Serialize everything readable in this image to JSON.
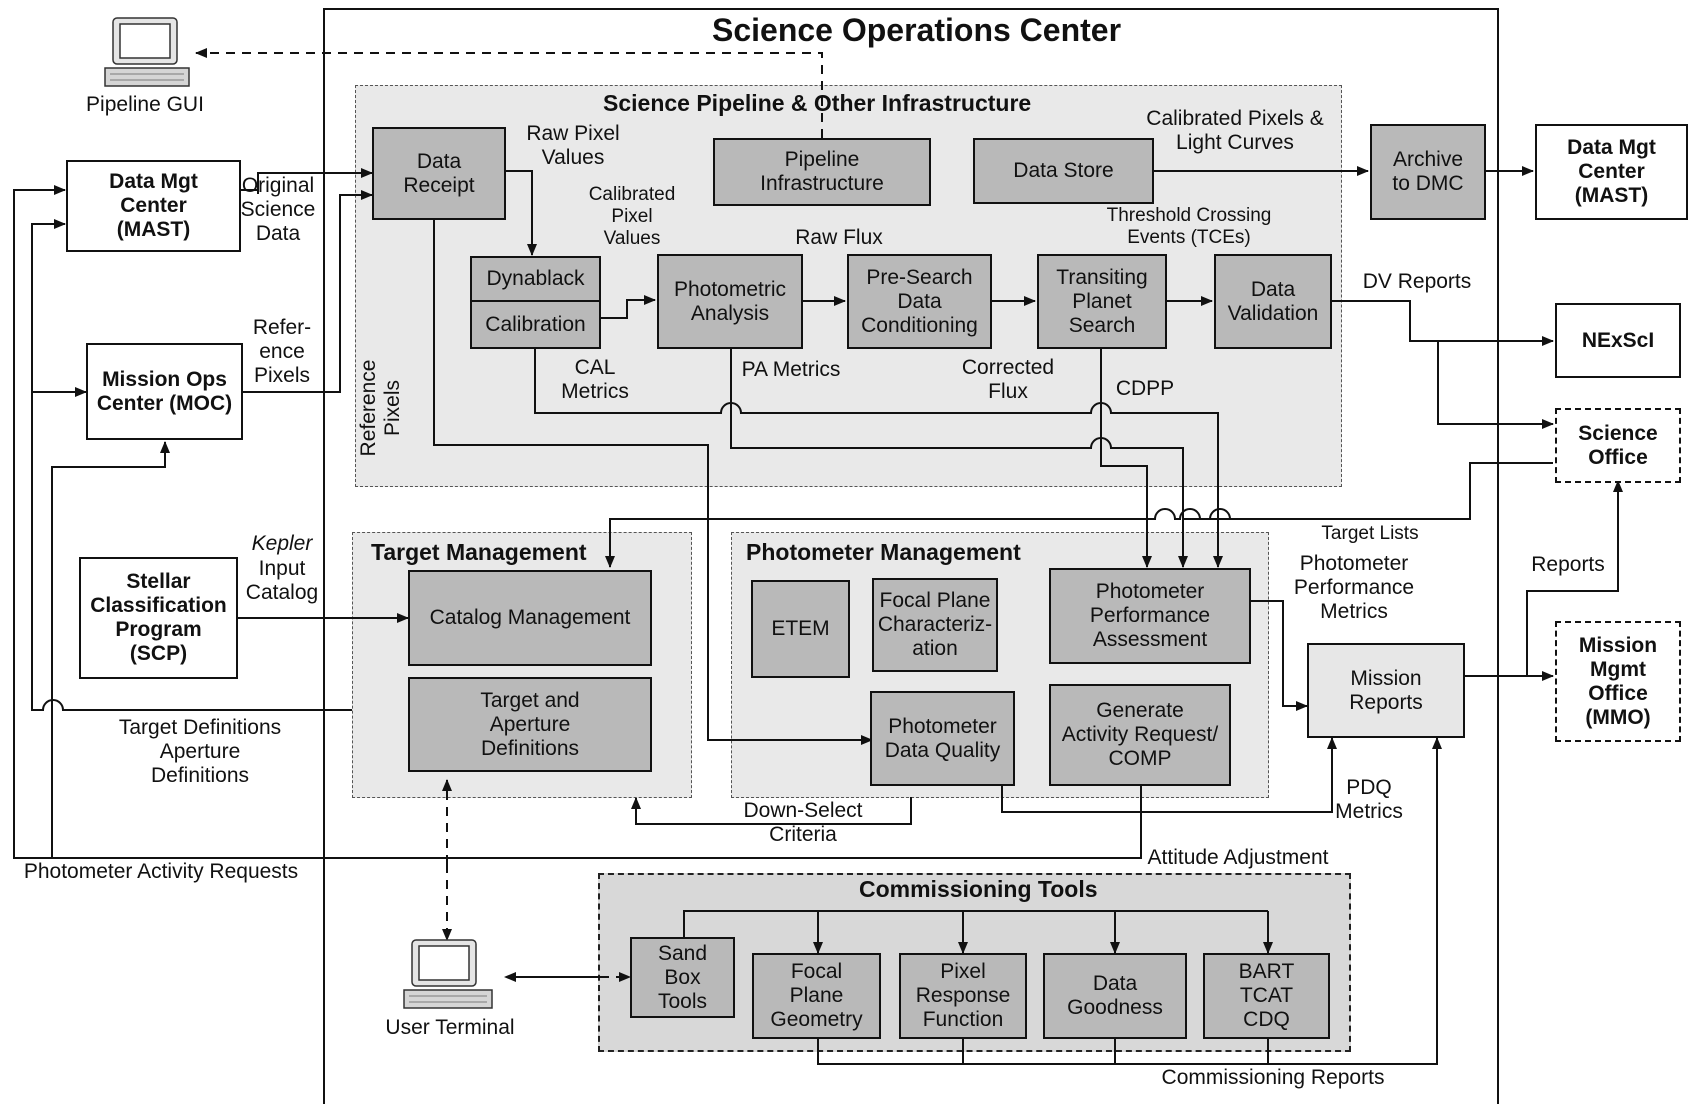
{
  "title": "Science Operations Center",
  "regions": {
    "pipeline": "Science Pipeline & Other Infrastructure",
    "target": "Target Management",
    "photometer": "Photometer Management",
    "commissioning": "Commissioning Tools"
  },
  "terminals": {
    "pipeline_gui": "Pipeline GUI",
    "user_terminal": "User Terminal"
  },
  "external": {
    "dmc_left": "Data Mgt\nCenter\n(MAST)",
    "moc": "Mission Ops\nCenter (MOC)",
    "scp": "Stellar\nClassification\nProgram\n(SCP)",
    "dmc_right": "Data Mgt\nCenter\n(MAST)",
    "nexsci": "NExScI",
    "science_office": "Science\nOffice",
    "mmo": "Mission\nMgmt\nOffice\n(MMO)"
  },
  "pipeline": {
    "data_receipt": "Data\nReceipt",
    "pipeline_infra": "Pipeline\nInfrastructure",
    "data_store": "Data Store",
    "archive": "Archive\nto DMC",
    "dynablack": "Dynablack",
    "calibration": "Calibration",
    "photometric": "Photometric\nAnalysis",
    "presearch": "Pre-Search\nData\nConditioning",
    "tps": "Transiting\nPlanet\nSearch",
    "dv": "Data\nValidation"
  },
  "target": {
    "catalog": "Catalog Management",
    "definitions": "Target and\nAperture\nDefinitions"
  },
  "photometer": {
    "etem": "ETEM",
    "fpc": "Focal Plane\nCharacteriz-\nation",
    "ppa": "Photometer\nPerformance\nAssessment",
    "pdq": "Photometer\nData Quality",
    "gar": "Generate\nActivity Request/\nCOMP"
  },
  "mission_reports": "Mission\nReports",
  "commissioning": {
    "sandbox": "Sand\nBox\nTools",
    "fpg": "Focal\nPlane\nGeometry",
    "prf": "Pixel\nResponse\nFunction",
    "dg": "Data\nGoodness",
    "bart": "BART\nTCAT\nCDQ"
  },
  "labels": {
    "original_science_data": "Original\nScience\nData",
    "reference_pixels_moc": "Refer-\nence\nPixels",
    "kepler": "Kepler",
    "input_catalog": "Input\nCatalog",
    "raw_pixel_values": "Raw Pixel\nValues",
    "calibrated_pixel_values": "Calibrated\nPixel\nValues",
    "raw_flux": "Raw Flux",
    "calibrated_pixels_lc": "Calibrated Pixels &\nLight Curves",
    "tces": "Threshold Crossing\nEvents (TCEs)",
    "dv_reports": "DV Reports",
    "cal_metrics": "CAL\nMetrics",
    "pa_metrics": "PA Metrics",
    "corrected_flux": "Corrected\nFlux",
    "cdpp": "CDPP",
    "reference_pixels_vertical": "Reference\nPixels",
    "target_lists": "Target Lists",
    "photometer_perf_metrics": "Photometer\nPerformance\nMetrics",
    "reports": "Reports",
    "target_defs": "Target Definitions\nAperture\nDefinitions",
    "down_select": "Down-Select\nCriteria",
    "pdq_metrics": "PDQ\nMetrics",
    "attitude_adjustment": "Attitude Adjustment",
    "photometer_activity_requests": "Photometer Activity Requests",
    "commissioning_reports": "Commissioning Reports"
  }
}
